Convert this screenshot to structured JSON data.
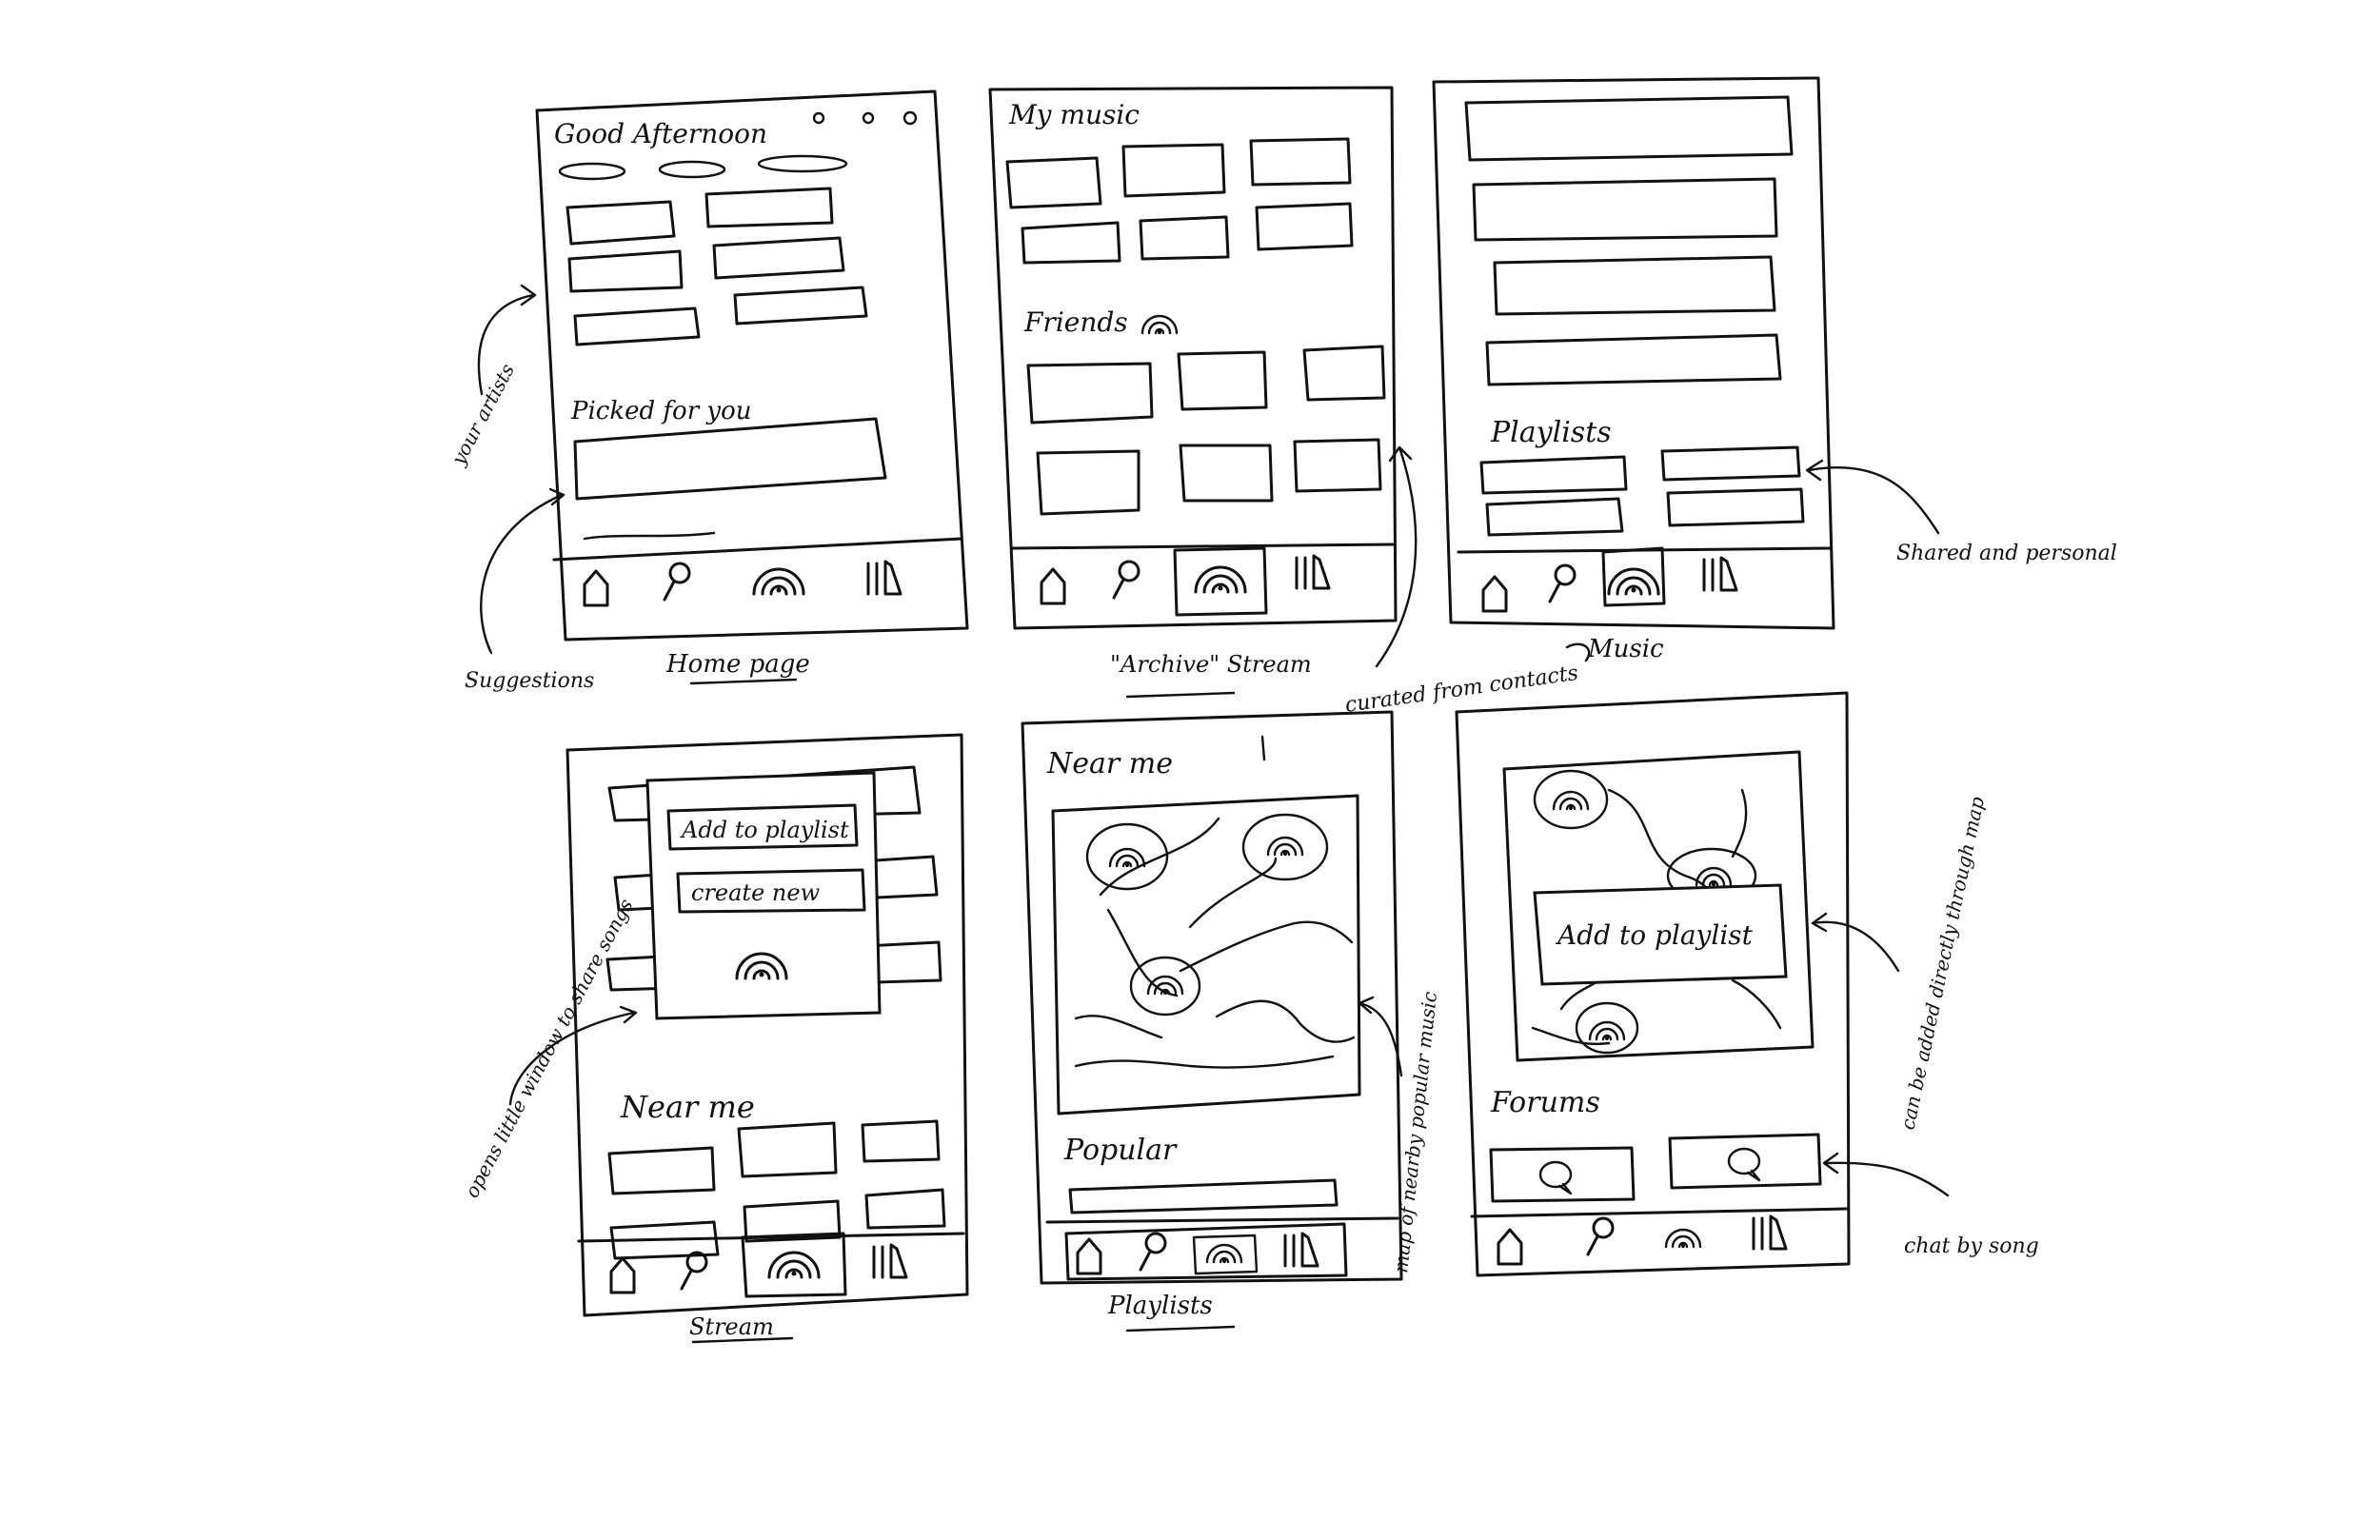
{
  "screens": {
    "home": {
      "header_title": "Good Afternoon",
      "section_label": "Picked for you",
      "caption": "Home page"
    },
    "archive": {
      "header_title": "My music",
      "section_label": "Friends",
      "caption": "\"Archive\" Stream"
    },
    "music": {
      "section_label": "Playlists",
      "caption": "Music"
    },
    "stream": {
      "popup_add": "Add to playlist",
      "popup_create": "create new",
      "section_label": "Near me",
      "caption": "Stream"
    },
    "playlists": {
      "header_title": "Near me",
      "section_label": "Popular",
      "caption": "Playlists"
    },
    "forums": {
      "popup_add": "Add to playlist",
      "section_label": "Forums"
    }
  },
  "annotations": {
    "your_artists": "your artists",
    "suggestions": "Suggestions",
    "curated_from_contacts": "curated from contacts",
    "shared_and_personal": "Shared and personal",
    "opens_little_window": "opens little window to share songs",
    "map_of_nearby_popular_music": "map of nearby popular music",
    "can_be_added_directly": "can be added directly through map",
    "chat_by_song": "chat by song"
  },
  "colors": {
    "ink": "#111111",
    "paper": "#ffffff"
  }
}
